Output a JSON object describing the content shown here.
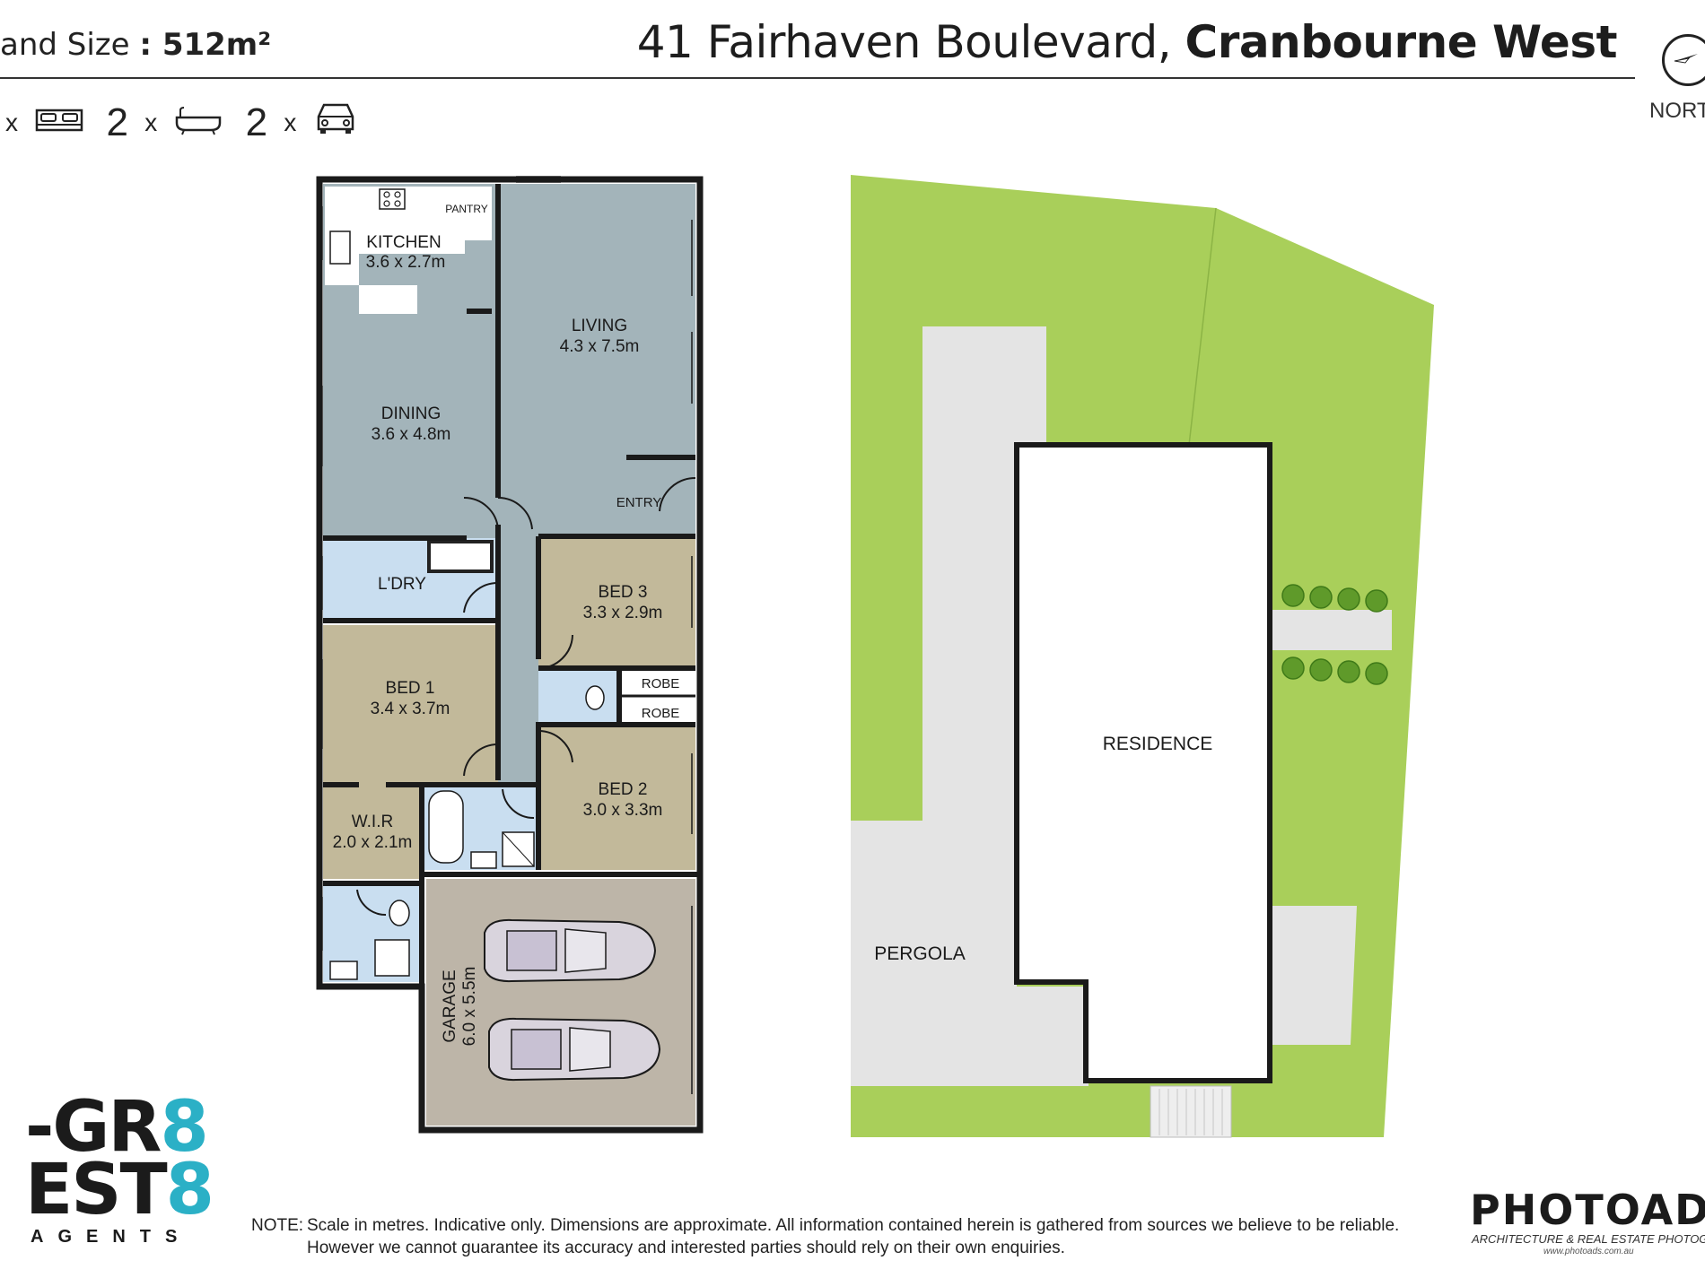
{
  "header": {
    "land_size_label": "and Size",
    "land_size_value": ": 512m²",
    "address_street": "41 Fairhaven Boulevard,",
    "address_suburb": "Cranbourne West",
    "north_label": "NORT"
  },
  "features": {
    "bed_count": "x",
    "bath_count": "2",
    "bath_x": "x",
    "car_count": "2",
    "car_x": "x",
    "bed_icon": "bed-icon",
    "bath_icon": "bath-icon",
    "car_icon": "car-icon"
  },
  "rooms": {
    "kitchen": {
      "name": "KITCHEN",
      "dims": "3.6 x 2.7m"
    },
    "pantry": {
      "name": "PANTRY"
    },
    "living": {
      "name": "LIVING",
      "dims": "4.3 x 7.5m"
    },
    "dining": {
      "name": "DINING",
      "dims": "3.6 x 4.8m"
    },
    "entry": {
      "name": "ENTRY"
    },
    "laundry": {
      "name": "L'DRY"
    },
    "bed3": {
      "name": "BED 3",
      "dims": "3.3 x 2.9m"
    },
    "bed1": {
      "name": "BED 1",
      "dims": "3.4 x 3.7m"
    },
    "robe_a": {
      "name": "ROBE"
    },
    "robe_b": {
      "name": "ROBE"
    },
    "bed2": {
      "name": "BED 2",
      "dims": "3.0 x 3.3m"
    },
    "wir": {
      "name": "W.I.R",
      "dims": "2.0 x 2.1m"
    },
    "garage": {
      "name": "GARAGE",
      "dims": "6.0 x 5.5m"
    }
  },
  "site": {
    "residence": "RESIDENCE",
    "pergola": "PERGOLA"
  },
  "colors": {
    "living_fill": "#a3b4ba",
    "wet_fill": "#c9def0",
    "bed_fill": "#c2b99a",
    "garage_fill": "#bdb5a8",
    "lawn": "#a9cf5a",
    "paving": "#e4e4e4",
    "teal_brand": "#2bb0c6"
  },
  "note": {
    "tag": "NOTE:",
    "line1": "Scale in metres. Indicative only. Dimensions are approximate. All information contained herein is gathered from sources we believe to be reliable.",
    "line2": "However we cannot guarantee its accuracy and interested parties should rely on their own enquiries."
  },
  "branding": {
    "agency_line1_a": "-GR",
    "agency_line1_b": "8",
    "agency_line2_a": "EST",
    "agency_line2_b": "8",
    "agency_sub": "AGENTS",
    "photographer": "PHOTOADS",
    "photographer_sub": "ARCHITECTURE & REAL ESTATE PHOTOGRAPHY",
    "photographer_url": "www.photoads.com.au"
  }
}
